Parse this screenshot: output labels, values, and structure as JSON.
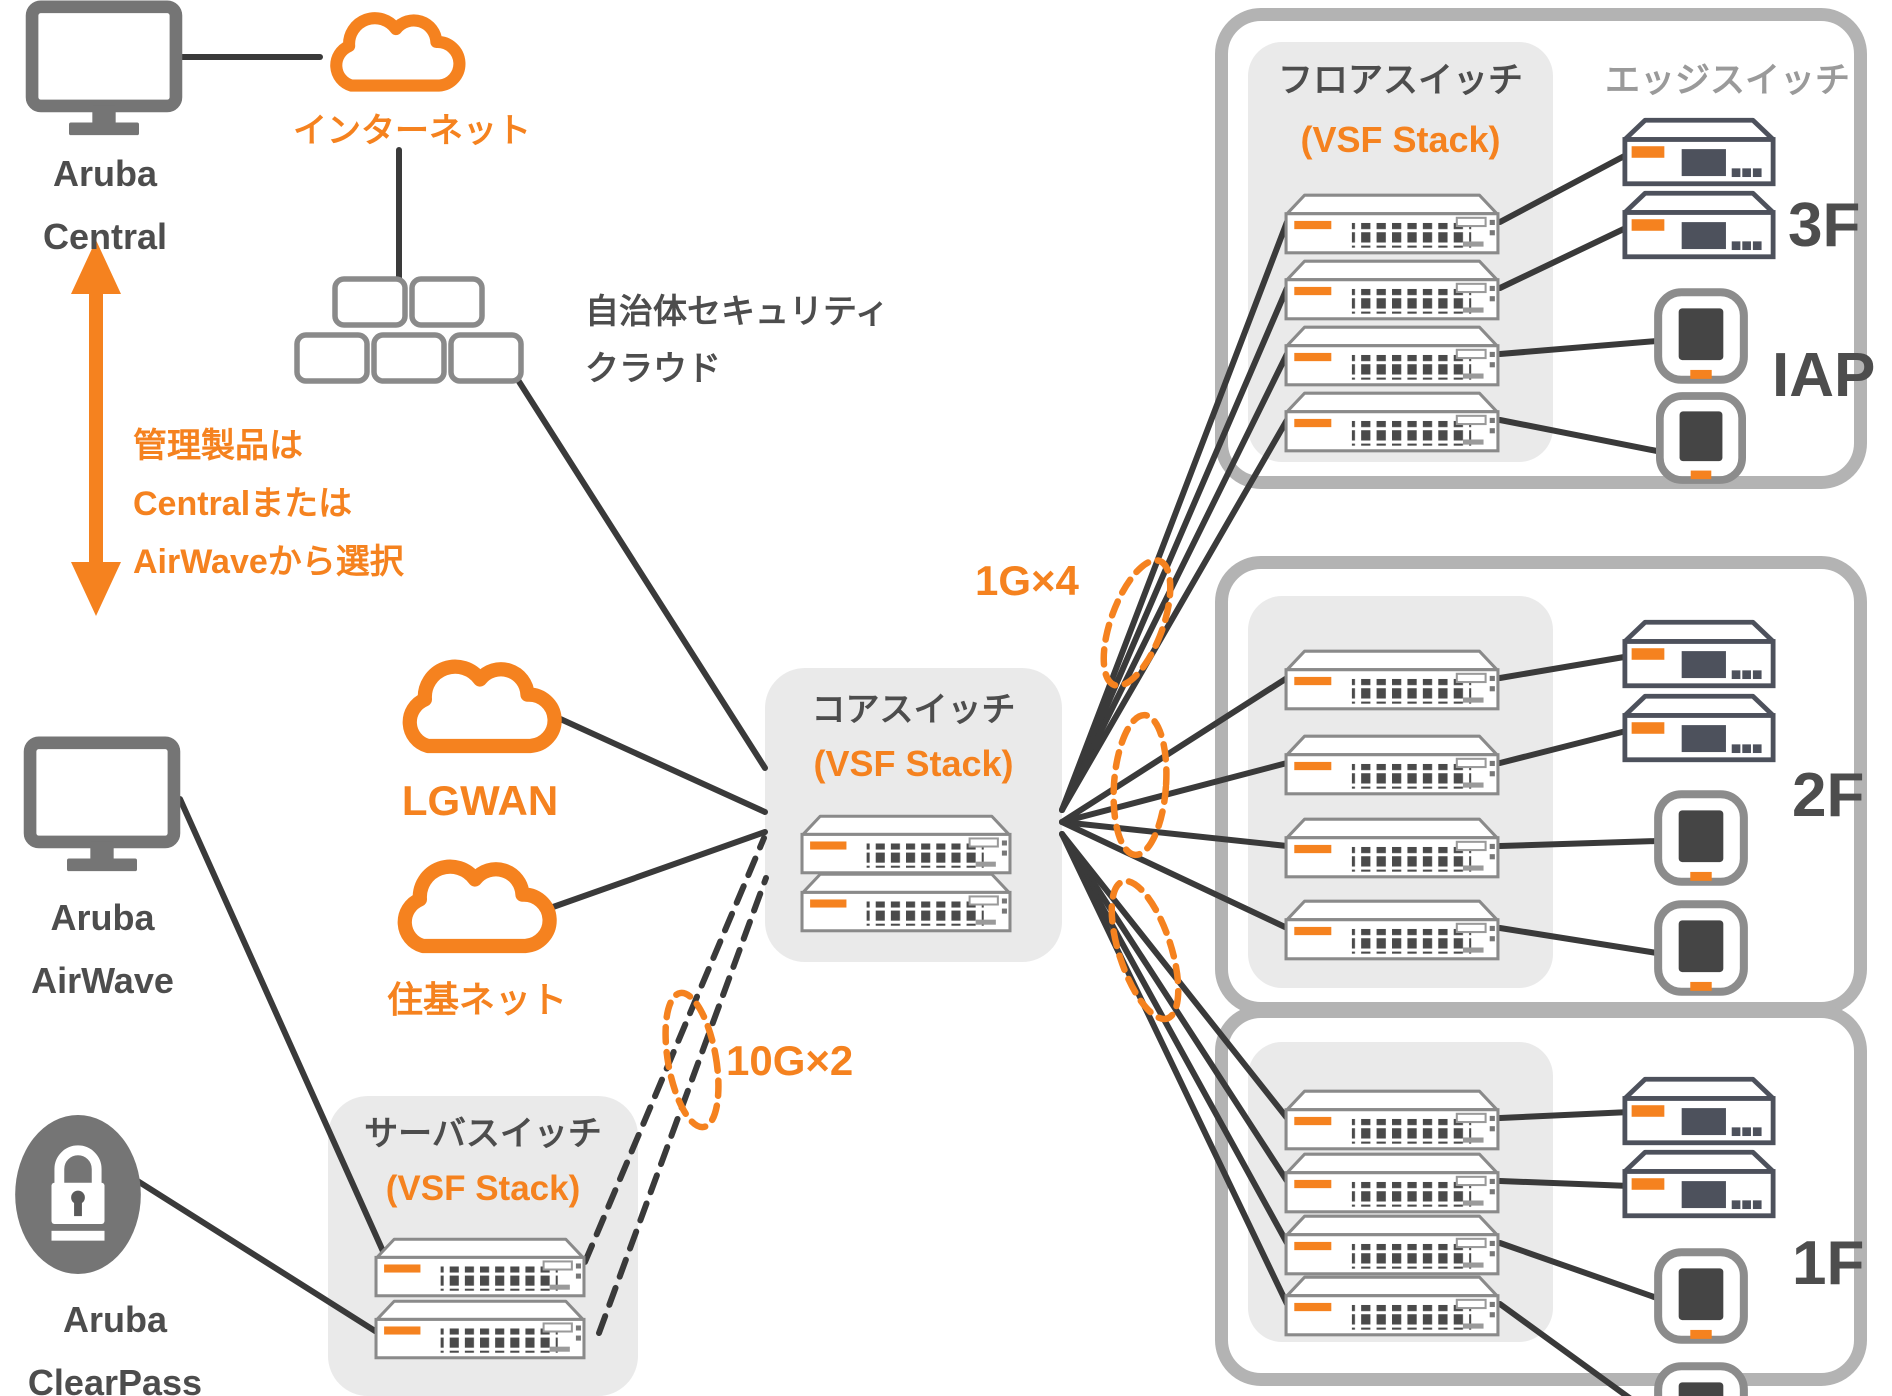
{
  "colors": {
    "accent_orange": "#F5821F",
    "dark_text": "#4D4D4D",
    "muted_text": "#9A9A9A",
    "icon_gray": "#757575",
    "line_dark": "#3A3A3A",
    "group_border": "#B3B3B3",
    "panel_bg": "#EAEAEA",
    "edge_device_stroke": "#4D515C"
  },
  "left": {
    "central": {
      "line1": "Aruba",
      "line2": "Central"
    },
    "internet_label": "インターネット",
    "security_cloud": {
      "line1": "自治体セキュリティ",
      "line2": "クラウド"
    },
    "management_note": {
      "line1": "管理製品は",
      "line2": "Centralまたは",
      "line3": "AirWaveから選択"
    },
    "lgwan_label": "LGWAN",
    "jukinet_label": "住基ネット",
    "airwave": {
      "line1": "Aruba",
      "line2": "AirWave"
    },
    "clearpass": {
      "line1": "Aruba",
      "line2": "ClearPass"
    },
    "server_switch": {
      "title": "サーバスイッチ",
      "subtitle": "(VSF Stack)"
    }
  },
  "core_switch": {
    "title": "コアスイッチ",
    "subtitle": "(VSF Stack)"
  },
  "links": {
    "uplink_1g": "1G×4",
    "uplink_10g": "10G×2"
  },
  "floors": [
    {
      "label": "3F",
      "floor_switch_title": "フロアスイッチ",
      "floor_switch_subtitle": "(VSF Stack)",
      "edge_label": "エッジスイッチ",
      "iap_label": "IAP",
      "floor_switches": 4,
      "edge_switches": 2,
      "iaps": 2
    },
    {
      "label": "2F",
      "floor_switches": 4,
      "edge_switches": 2,
      "iaps": 2
    },
    {
      "label": "1F",
      "floor_switches": 4,
      "edge_switches": 2,
      "iaps": 2
    }
  ]
}
